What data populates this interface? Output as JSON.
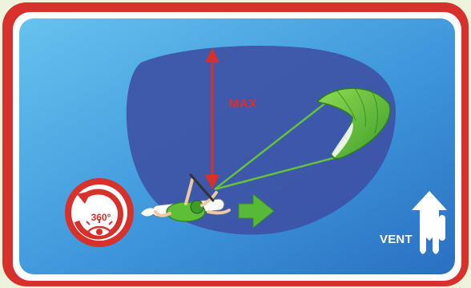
{
  "diagram": {
    "max_label": "MAX",
    "rotation_label": "360°",
    "wind_label": "VENT"
  },
  "colors": {
    "frame": "#d8312b",
    "water_light": "#5bb6e8",
    "water_dark": "#2a79c8",
    "window_zone": "#3f55a8",
    "max_arrow": "#d8312b",
    "kite": "#63c13a",
    "direction_arrow": "#58b838",
    "wind_arrow": "#ffffff"
  },
  "icons": {
    "rotate": "rotate-360-eye-icon",
    "wind": "wind-arrow-icon",
    "direction": "right-arrow-icon"
  }
}
